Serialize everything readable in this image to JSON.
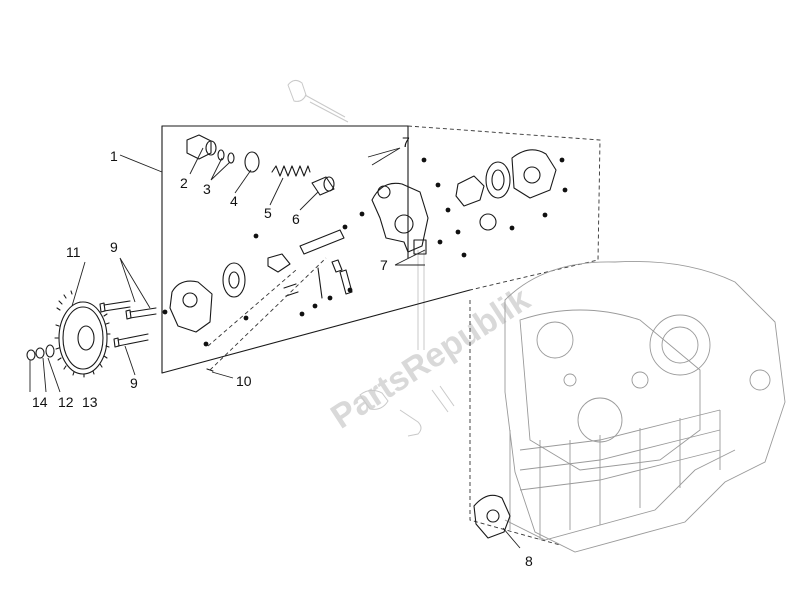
{
  "watermark": "PartsRepublik",
  "callouts": {
    "c1": "1",
    "c2": "2",
    "c3": "3",
    "c4": "4",
    "c5": "5",
    "c6": "6",
    "c7a": "7",
    "c7b": "7",
    "c8": "8",
    "c9a": "9",
    "c9b": "9",
    "c10": "10",
    "c11": "11",
    "c12": "12",
    "c13": "13",
    "c14": "14"
  }
}
